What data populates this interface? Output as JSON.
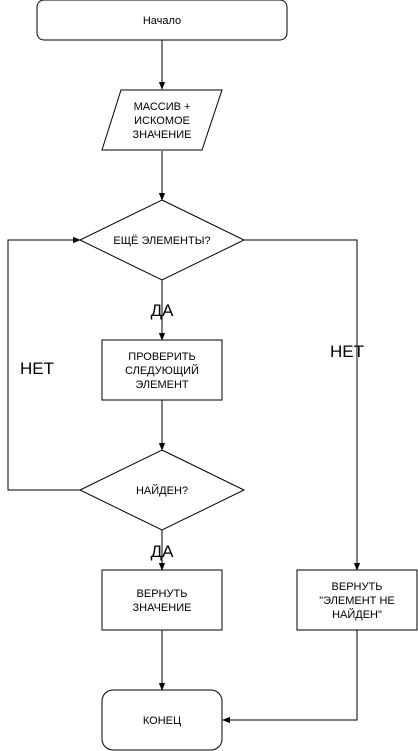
{
  "diagram": {
    "nodes": {
      "start": {
        "lines": [
          "Начало"
        ]
      },
      "input": {
        "lines": [
          "МАССИВ +",
          "ИСКОМОЕ",
          "ЗНАЧЕНИЕ"
        ]
      },
      "more_elements": {
        "lines": [
          "ЕЩЁ ЭЛЕМЕНТЫ?"
        ]
      },
      "check_next": {
        "lines": [
          "ПРОВЕРИТЬ",
          "СЛЕДУЮЩИЙ",
          "ЭЛЕМЕНТ"
        ]
      },
      "found": {
        "lines": [
          "НАЙДЕН?"
        ]
      },
      "return_value": {
        "lines": [
          "ВЕРНУТЬ",
          "ЗНАЧЕНИЕ"
        ]
      },
      "not_found": {
        "lines": [
          "ВЕРНУТЬ",
          "\"ЭЛЕМЕНТ НЕ",
          "НАЙДЕН\""
        ]
      },
      "end": {
        "lines": [
          "КОНЕЦ"
        ]
      }
    },
    "edge_labels": {
      "yes_more": "ДА",
      "no_loop": "НЕТ",
      "no_more": "НЕТ",
      "yes_found": "ДА"
    }
  }
}
